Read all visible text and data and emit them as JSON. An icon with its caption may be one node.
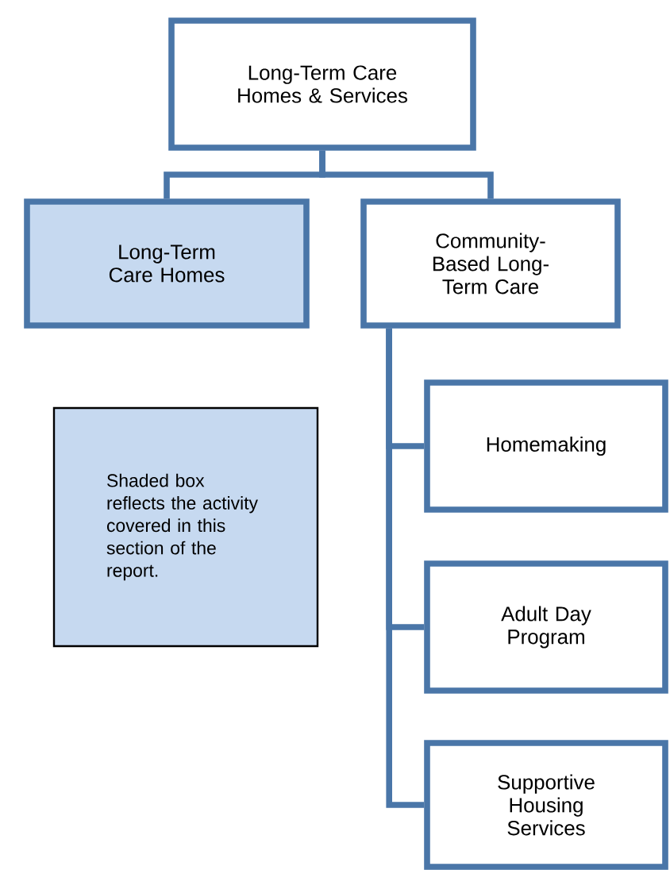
{
  "diagram": {
    "nodes": [
      {
        "text": [
          "Long-Term Care Homes & Services"
        ]
      },
      {
        "text": [
          "Long-Term Care Homes"
        ]
      },
      {
        "text": [
          "Community-Based Long-Term Care"
        ]
      },
      {
        "text": [
          "Homemaking"
        ]
      },
      {
        "text": [
          "Adult Day Program"
        ]
      },
      {
        "text": [
          "Supportive Housing Services"
        ]
      },
      {
        "text": [
          "Shaded box reflects the activity covered in this section of the report."
        ]
      }
    ],
    "edges": [
      {
        "from": 0,
        "to": 1,
        "arrow": "none"
      },
      {
        "from": 0,
        "to": 2,
        "arrow": "none"
      },
      {
        "from": 2,
        "to": 3,
        "arrow": "none"
      },
      {
        "from": 2,
        "to": 4,
        "arrow": "none"
      },
      {
        "from": 2,
        "to": 5,
        "arrow": "none"
      }
    ]
  }
}
